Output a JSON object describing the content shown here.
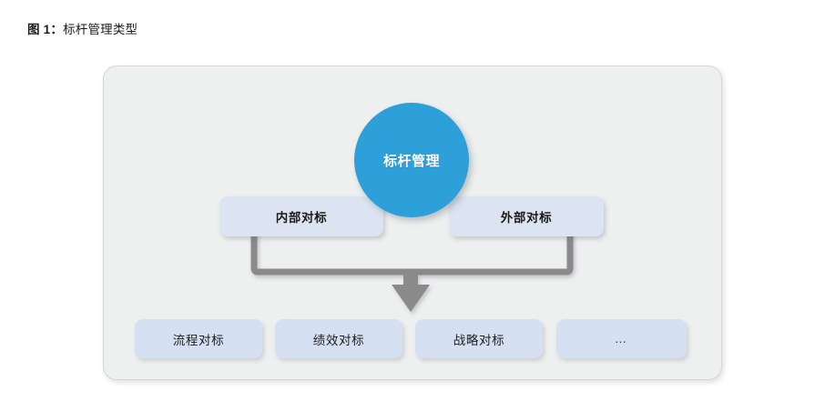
{
  "caption": {
    "label": "图 1：",
    "text": "标杆管理类型"
  },
  "diagram": {
    "type": "hierarchy-diagram",
    "root": {
      "label": "标杆管理",
      "shape": "circle",
      "color": "#2d9fd9",
      "text_color": "#ffffff"
    },
    "level2": [
      {
        "label": "内部对标",
        "color": "#dbe4f0"
      },
      {
        "label": "外部对标",
        "color": "#dbe4f0"
      }
    ],
    "level3": [
      {
        "label": "流程对标",
        "color": "#d5e1f2"
      },
      {
        "label": "绩效对标",
        "color": "#d5e1f2"
      },
      {
        "label": "战略对标",
        "color": "#d5e1f2"
      },
      {
        "label": "…",
        "color": "#d5e1f2"
      }
    ],
    "connector_color": "#8a8a8a",
    "panel_color": "#eeefef",
    "panel_border_color": "#d6d7d8"
  }
}
